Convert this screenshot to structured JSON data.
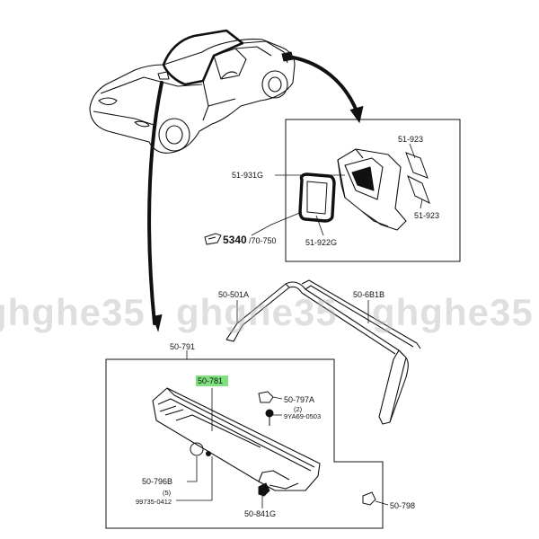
{
  "labels": {
    "p51923_top": "51-923",
    "p51931g": "51-931G",
    "p51923_bot": "51-923",
    "p51922g": "51-922G",
    "p5340_main": "5340",
    "p5340_suffix": "/70-750",
    "p50501a": "50-501A",
    "p506b1b": "50-6B1B",
    "p50791": "50-791",
    "p50781": "50-781",
    "p50797a": "50-797A",
    "qty2": "(2)",
    "p9ya69": "9YA69-0503",
    "p50796b": "50-796B",
    "qty5": "(5)",
    "p99735": "99735-0412",
    "p50841g": "50-841G",
    "p50798": "50-798"
  },
  "watermark": "ghghe35",
  "colors": {
    "line": "#111111",
    "highlight": "#7fe07f",
    "watermark": "#b9b9b9"
  }
}
